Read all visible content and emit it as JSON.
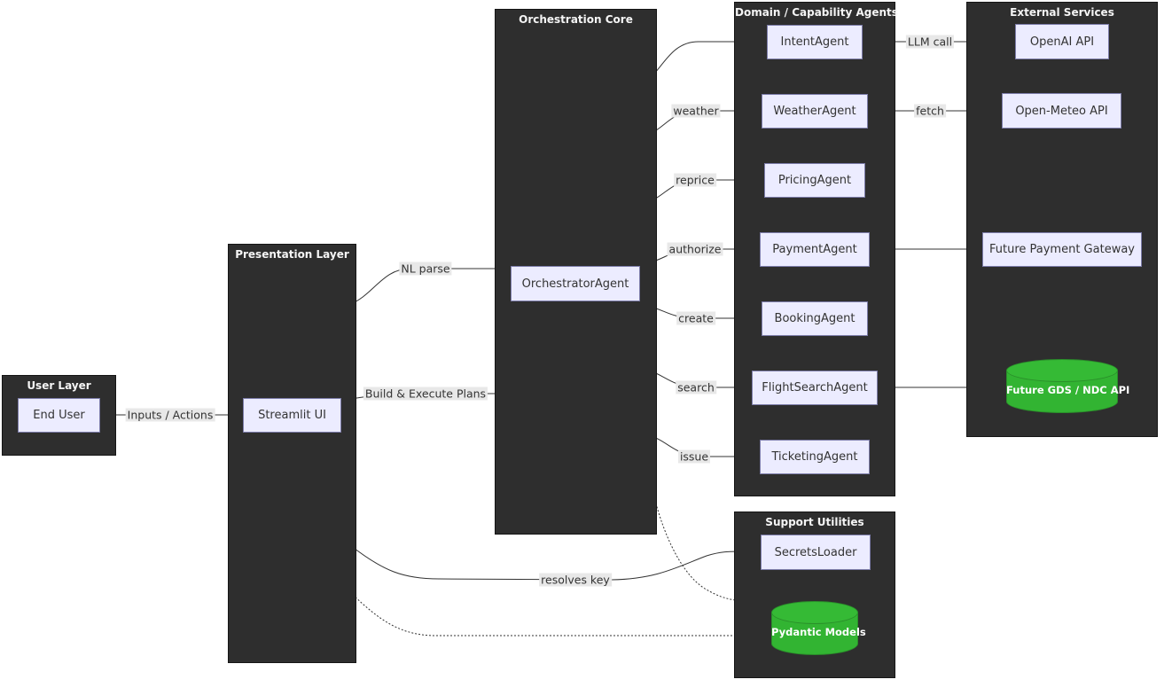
{
  "diagram": {
    "clusters": {
      "user_layer": {
        "title": "User Layer"
      },
      "presentation_layer": {
        "title": "Presentation Layer"
      },
      "orchestration_core": {
        "title": "Orchestration Core"
      },
      "domain_agents": {
        "title": "Domain / Capability Agents"
      },
      "external_services": {
        "title": "External Services"
      },
      "support_utilities": {
        "title": "Support Utilities"
      }
    },
    "nodes": {
      "end_user": {
        "label": "End User",
        "shape": "rect"
      },
      "streamlit_ui": {
        "label": "Streamlit UI",
        "shape": "rect"
      },
      "orchestrator_agent": {
        "label": "OrchestratorAgent",
        "shape": "rect"
      },
      "intent_agent": {
        "label": "IntentAgent",
        "shape": "rect"
      },
      "weather_agent": {
        "label": "WeatherAgent",
        "shape": "rect"
      },
      "pricing_agent": {
        "label": "PricingAgent",
        "shape": "rect"
      },
      "payment_agent": {
        "label": "PaymentAgent",
        "shape": "rect"
      },
      "booking_agent": {
        "label": "BookingAgent",
        "shape": "rect"
      },
      "flight_search_agent": {
        "label": "FlightSearchAgent",
        "shape": "rect"
      },
      "ticketing_agent": {
        "label": "TicketingAgent",
        "shape": "rect"
      },
      "openai_api": {
        "label": "OpenAI API",
        "shape": "rect"
      },
      "open_meteo_api": {
        "label": "Open-Meteo API",
        "shape": "rect"
      },
      "future_payment_gateway": {
        "label": "Future Payment Gateway",
        "shape": "rect"
      },
      "future_gds_ndc_api": {
        "label": "Future GDS / NDC API",
        "shape": "cylinder"
      },
      "secrets_loader": {
        "label": "SecretsLoader",
        "shape": "rect"
      },
      "pydantic_models": {
        "label": "Pydantic Models",
        "shape": "cylinder"
      }
    },
    "edge_labels": {
      "inputs_actions": "Inputs / Actions",
      "nl_parse": "NL parse",
      "build_execute_plans": "Build & Execute Plans",
      "weather": "weather",
      "reprice": "reprice",
      "authorize": "authorize",
      "create": "create",
      "search": "search",
      "issue": "issue",
      "llm_call": "LLM call",
      "fetch": "fetch",
      "resolves_key": "resolves key"
    },
    "edges": [
      {
        "from": "End User",
        "to": "Streamlit UI",
        "label": "Inputs / Actions",
        "style": "solid"
      },
      {
        "from": "Streamlit UI",
        "to": "OrchestratorAgent",
        "label": "NL parse",
        "style": "solid"
      },
      {
        "from": "Streamlit UI",
        "to": "OrchestratorAgent",
        "label": "Build & Execute Plans",
        "style": "solid"
      },
      {
        "from": "OrchestratorAgent",
        "to": "IntentAgent",
        "label": "",
        "style": "solid"
      },
      {
        "from": "OrchestratorAgent",
        "to": "WeatherAgent",
        "label": "weather",
        "style": "solid"
      },
      {
        "from": "OrchestratorAgent",
        "to": "PricingAgent",
        "label": "reprice",
        "style": "solid"
      },
      {
        "from": "OrchestratorAgent",
        "to": "PaymentAgent",
        "label": "authorize",
        "style": "solid"
      },
      {
        "from": "OrchestratorAgent",
        "to": "BookingAgent",
        "label": "create",
        "style": "solid"
      },
      {
        "from": "OrchestratorAgent",
        "to": "FlightSearchAgent",
        "label": "search",
        "style": "solid"
      },
      {
        "from": "OrchestratorAgent",
        "to": "TicketingAgent",
        "label": "issue",
        "style": "solid"
      },
      {
        "from": "IntentAgent",
        "to": "OpenAI API",
        "label": "LLM call",
        "style": "solid"
      },
      {
        "from": "WeatherAgent",
        "to": "Open-Meteo API",
        "label": "fetch",
        "style": "solid"
      },
      {
        "from": "PaymentAgent",
        "to": "Future Payment Gateway",
        "label": "",
        "style": "solid"
      },
      {
        "from": "FlightSearchAgent",
        "to": "Future GDS / NDC API",
        "label": "",
        "style": "solid"
      },
      {
        "from": "Streamlit UI",
        "to": "SecretsLoader",
        "label": "resolves key",
        "style": "solid"
      },
      {
        "from": "OrchestratorAgent",
        "to": "Pydantic Models",
        "label": "",
        "style": "dotted"
      },
      {
        "from": "Streamlit UI",
        "to": "Pydantic Models",
        "label": "",
        "style": "dotted"
      }
    ],
    "colors": {
      "background": "#ffffff",
      "cluster_fill": "#2e2e2e",
      "cluster_border": "#151515",
      "cluster_title_text": "#f5f5f5",
      "node_fill": "#ececff",
      "node_border": "#7d7daa",
      "node_text": "#333333",
      "cylinder_fill": "#32b432",
      "cylinder_stroke": "#2a8f2a",
      "cylinder_text": "#ffffff",
      "edge_line": "#333333",
      "edge_label_bg": "#e8e8e8",
      "edge_label_text": "#333333"
    }
  }
}
